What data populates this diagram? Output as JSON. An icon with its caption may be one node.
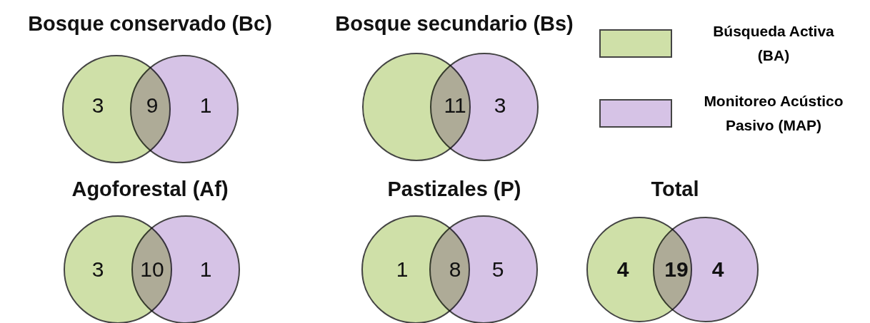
{
  "diagram": {
    "labels": [
      "Bosque conservado (Bc)",
      "Bosque secundario (Bs)",
      "3",
      "9",
      "1",
      "11",
      "3",
      "Agoforestal (Af)",
      "Pastizales (P)",
      "Total",
      "3",
      "10",
      "1",
      "1",
      "8",
      "5",
      "4",
      "19",
      "4"
    ],
    "legend": [
      {
        "text": "Búsqueda Activa (BA)",
        "color": "#cfe0a8"
      },
      {
        "text": "Monitoreo Acústico Pasivo (MAP)",
        "color": "#d6c3e6"
      }
    ]
  }
}
